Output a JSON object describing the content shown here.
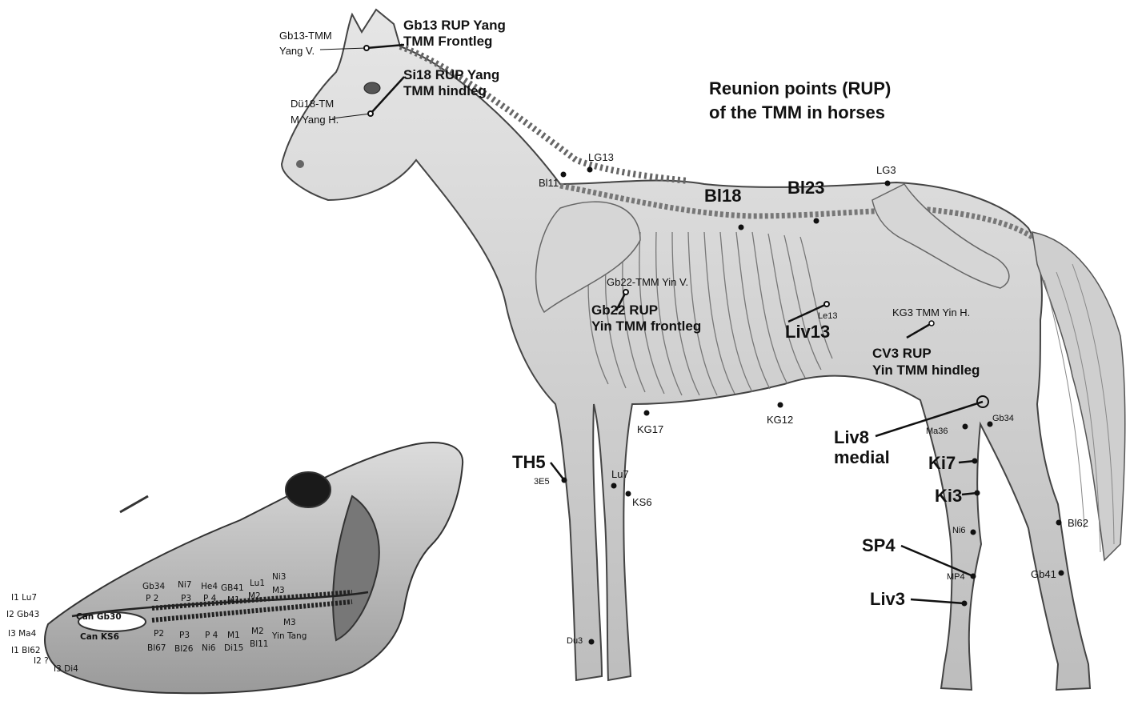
{
  "title": [
    "Reunion points (RUP)",
    "of the TMM in horses"
  ],
  "horse_labels": {
    "gb13_tmm": [
      "Gb13-TMM",
      "Yang V."
    ],
    "gb13_rup": [
      "Gb13 RUP Yang",
      "TMM Frontleg"
    ],
    "si18_rup": [
      "Si18 RUP Yang",
      "TMM hindleg"
    ],
    "du18_tmm": [
      "Dü18-TM",
      "M Yang H."
    ],
    "lg13": "LG13",
    "bl11": "Bl11",
    "bl18": "Bl18",
    "bl23": "Bl23",
    "lg3": "LG3",
    "gb22_tmm": "Gb22-TMM Yin V.",
    "gb22_rup": [
      "Gb22 RUP",
      "Yin TMM frontleg"
    ],
    "le13": "Le13",
    "liv13": "Liv13",
    "kg3_tmm": "KG3 TMM Yin H.",
    "cv3_rup": [
      "CV3 RUP",
      "Yin TMM hindleg"
    ],
    "kg17": "KG17",
    "kg12": "KG12",
    "liv8": [
      "Liv8",
      "medial"
    ],
    "ma36": "Ma36",
    "gb34": "Gb34",
    "th5": "TH5",
    "3e5": "3E5",
    "lu7": "Lu7",
    "ks6": "KS6",
    "ki7": "Ki7",
    "ki3": "Ki3",
    "ni6": "Ni6",
    "bl62": "Bl62",
    "sp4": "SP4",
    "mp4": "MP4",
    "gb41": "Gb41",
    "liv3": "Liv3",
    "du3": "Du3"
  },
  "skull_labels": {
    "incisors": [
      "I1 Lu7",
      "I2 Gb43",
      "I3 Ma4",
      "I1 Bl62",
      "I2 ?",
      "I3 Di4"
    ],
    "canines": [
      "Can Gb30",
      "Can KS6"
    ],
    "upper_row1": [
      "Gb34",
      "Ni7",
      "He4",
      "GB41",
      "Lu1",
      "Ni3"
    ],
    "upper_row2": [
      "P 2",
      "P3",
      "P 4",
      "M1",
      "M2",
      "M3"
    ],
    "lower_row1": [
      "P2",
      "P3",
      "P 4",
      "M1",
      "M2",
      "M3"
    ],
    "lower_row2": [
      "Bl67",
      "Bl26",
      "Ni6",
      "Di15",
      "Bl11",
      "Yin Tang"
    ]
  }
}
